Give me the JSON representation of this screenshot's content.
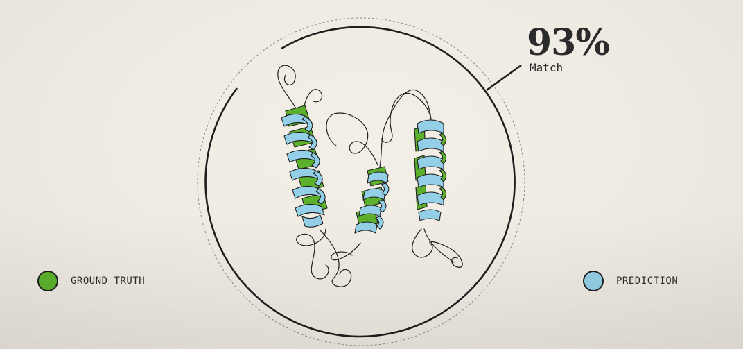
{
  "stat": {
    "value": "93%",
    "label": "Match"
  },
  "legend": [
    {
      "label": "GROUND TRUTH",
      "color": "#5cb02c"
    },
    {
      "label": "PREDICTION",
      "color": "#93cfe6"
    }
  ],
  "colors": {
    "ground_truth": "#5cb02c",
    "prediction": "#93cfe6",
    "ink": "#1e1e1e",
    "background": "#efebe3"
  }
}
